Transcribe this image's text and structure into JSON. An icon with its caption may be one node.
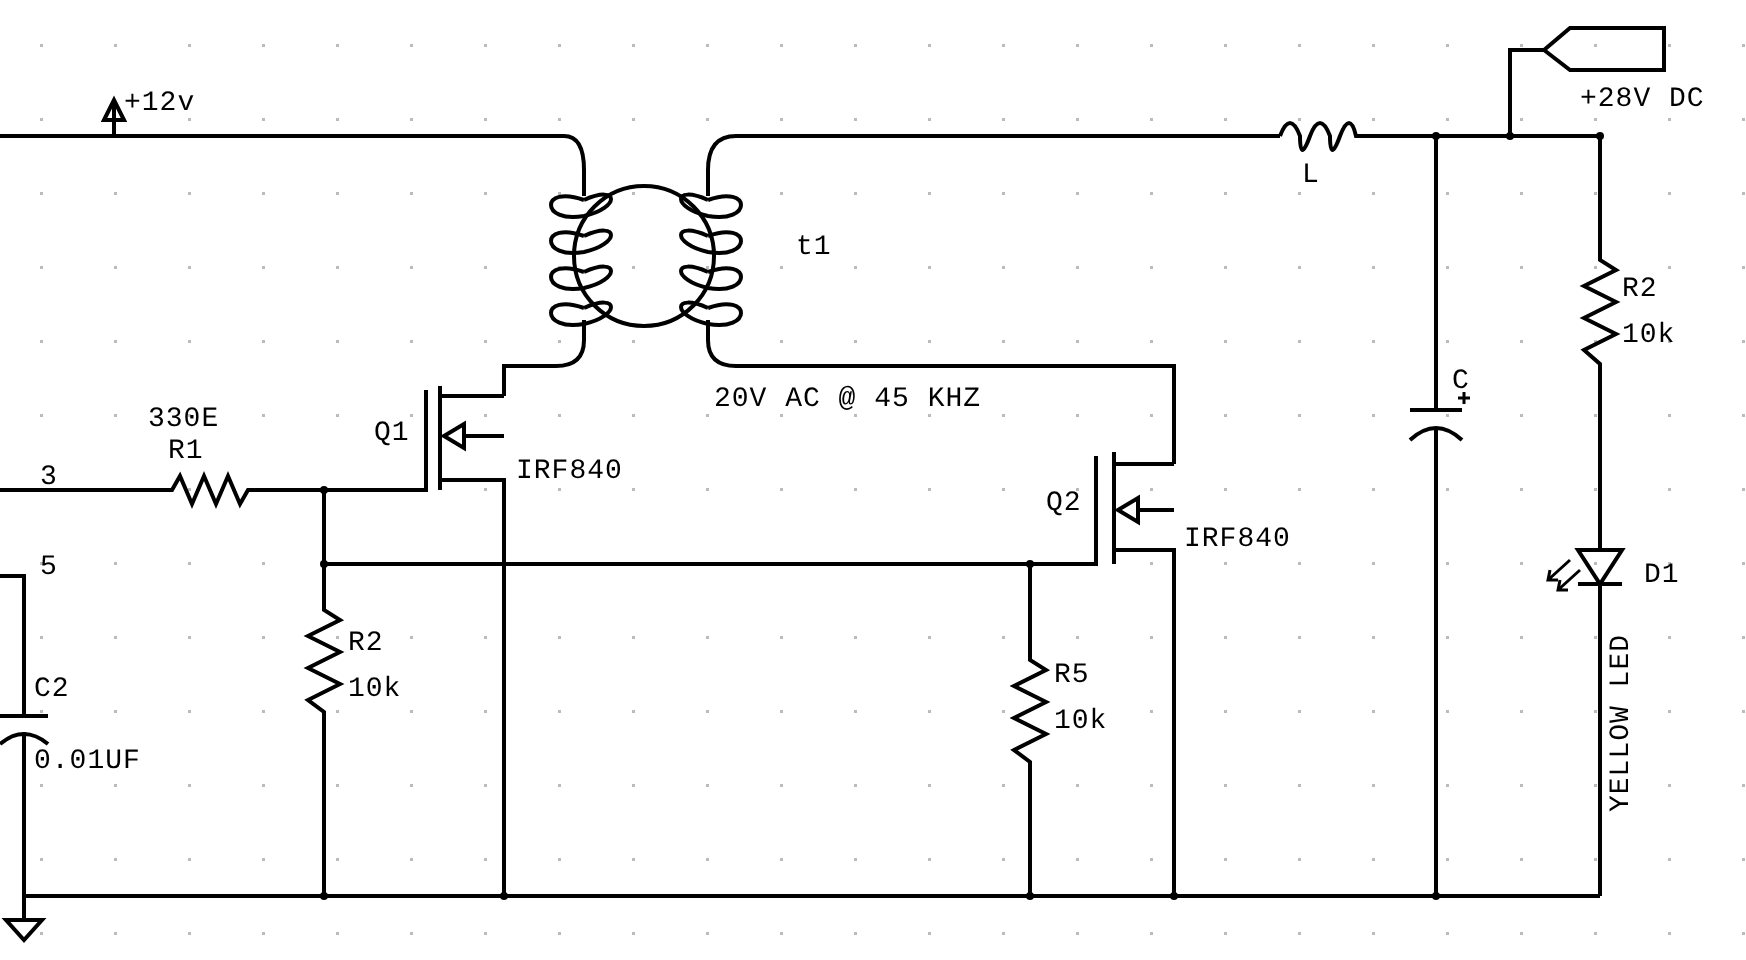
{
  "diagram": {
    "labels": [
      "+28V DC",
      "+12v",
      "L",
      "t1",
      "C",
      "R2",
      "10k",
      "20V AC @ 45 KHZ",
      "330E",
      "Q1",
      "R1",
      "IRF840",
      "3",
      "Q2",
      "IRF840",
      "D1",
      "5",
      "R2",
      "10k",
      "R5",
      "10k",
      "C2",
      "0.01UF",
      "YELLOW LED"
    ]
  }
}
